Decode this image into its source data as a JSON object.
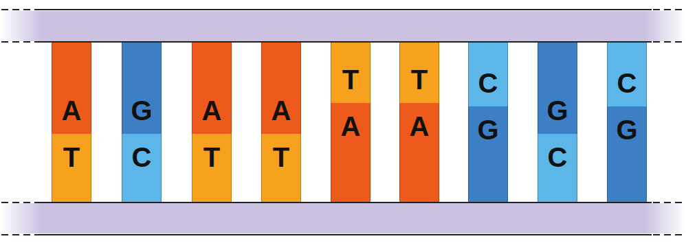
{
  "diagram": {
    "nodes": [
      {
        "text": [
          "A"
        ]
      },
      {
        "text": [
          "T"
        ]
      },
      {
        "text": [
          "G"
        ]
      },
      {
        "text": [
          "C"
        ]
      },
      {
        "text": [
          "A"
        ]
      },
      {
        "text": [
          "T"
        ]
      },
      {
        "text": [
          "A"
        ]
      },
      {
        "text": [
          "T"
        ]
      },
      {
        "text": [
          "T"
        ]
      },
      {
        "text": [
          "A"
        ]
      },
      {
        "text": [
          "T"
        ]
      },
      {
        "text": [
          "A"
        ]
      },
      {
        "text": [
          "C"
        ]
      },
      {
        "text": [
          "G"
        ]
      },
      {
        "text": [
          "G"
        ]
      },
      {
        "text": [
          "C"
        ]
      },
      {
        "text": [
          "C"
        ]
      },
      {
        "text": [
          "G"
        ]
      }
    ]
  }
}
